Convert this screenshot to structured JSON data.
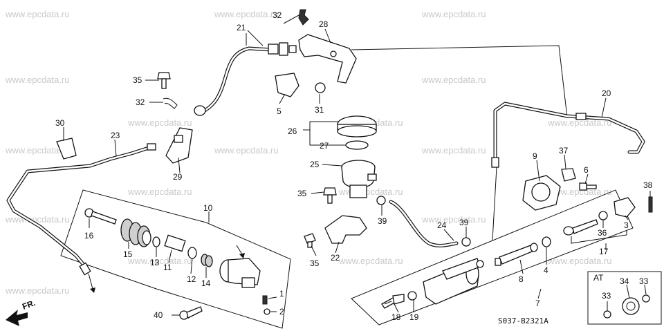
{
  "watermark": "www.epcdata.ru",
  "drawing_code": "S037-B2321A",
  "fr_label": "FR.",
  "at_label": "AT",
  "part_labels": [
    "1",
    "2",
    "3",
    "4",
    "5",
    "6",
    "7",
    "8",
    "9",
    "10",
    "11",
    "12",
    "13",
    "14",
    "15",
    "16",
    "17",
    "18",
    "19",
    "20",
    "21",
    "22",
    "23",
    "24",
    "25",
    "26",
    "27",
    "28",
    "29",
    "30",
    "31",
    "32",
    "32",
    "33",
    "33",
    "34",
    "35",
    "35",
    "35",
    "36",
    "37",
    "38",
    "39",
    "39",
    "40"
  ]
}
